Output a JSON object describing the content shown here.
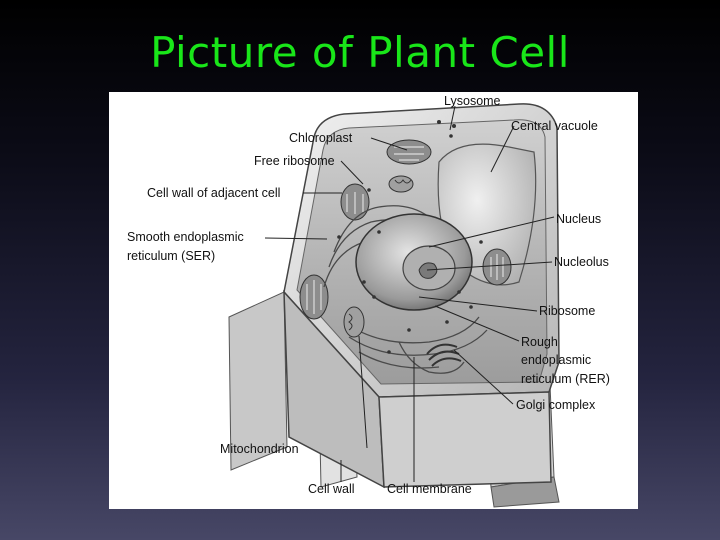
{
  "slide": {
    "title": "Picture of Plant Cell",
    "title_color": "#19e619"
  },
  "diagram": {
    "labels": {
      "lysosome": "Lysosome",
      "central_vacuole": "Central vacuole",
      "chloroplast": "Chloroplast",
      "free_ribosome": "Free ribosome",
      "cell_wall_adjacent": "Cell wall of adjacent cell",
      "ser_line1": "Smooth endoplasmic",
      "ser_line2": "reticulum (SER)",
      "nucleus": "Nucleus",
      "nucleolus": "Nucleolus",
      "ribosome": "Ribosome",
      "rer_line1": "Rough",
      "rer_line2": "endoplasmic",
      "rer_line3": "reticulum (RER)",
      "golgi": "Golgi complex",
      "mitochondrion": "Mitochondrion",
      "cell_wall": "Cell wall",
      "cell_membrane": "Cell membrane"
    }
  }
}
